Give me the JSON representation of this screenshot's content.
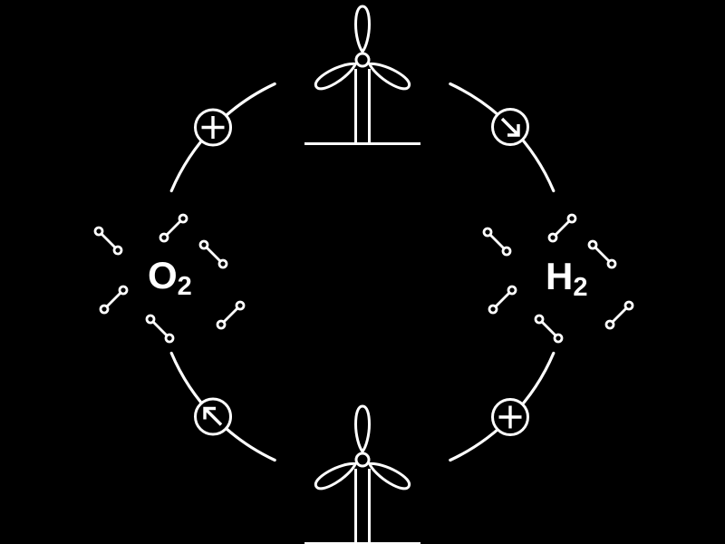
{
  "colors": {
    "background": "#000000",
    "foreground": "#ffffff"
  },
  "cycle": {
    "top": {
      "node": "wind-turbine"
    },
    "bottom": {
      "node": "wind-turbine"
    },
    "left": {
      "symbol": "O",
      "subscript": "2",
      "molecule_count": 6
    },
    "right": {
      "symbol": "H",
      "subscript": "2",
      "molecule_count": 6
    },
    "connectors": {
      "top_left": {
        "icon": "plus-icon"
      },
      "top_right": {
        "icon": "arrow-down-right-icon"
      },
      "bottom_left": {
        "icon": "arrow-up-left-icon"
      },
      "bottom_right": {
        "icon": "plus-icon"
      }
    }
  }
}
